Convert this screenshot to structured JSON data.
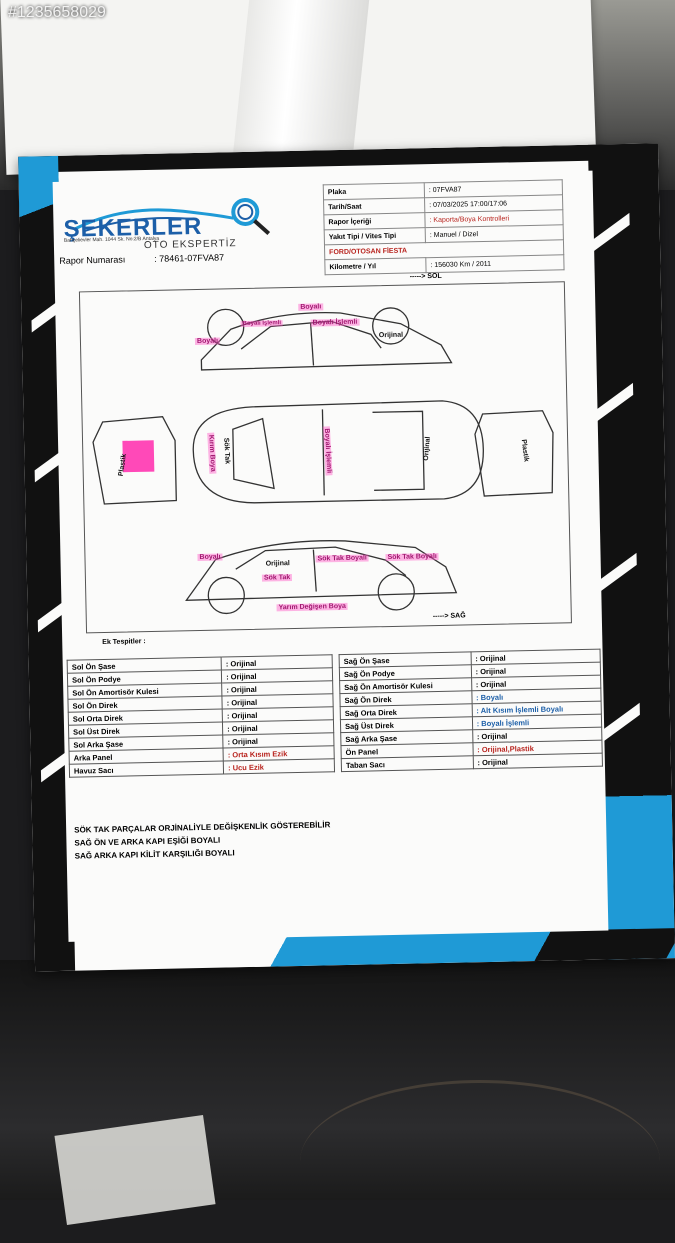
{
  "watermark_id": "#1235658029",
  "header": {
    "logo_text": "ŞEKERLER",
    "logo_sub": "OTO EKSPERTİZ",
    "address": "Bahçelievler Mah. 1044 Sk. No:2/B Antalya",
    "report_no_label": "Rapor Numarası",
    "report_no_value": ": 78461-07FVA87"
  },
  "info": {
    "rows": [
      {
        "label": "Plaka",
        "value": ": 07FVA87"
      },
      {
        "label": "Tarih/Saat",
        "value": ": 07/03/2025 17:00/17:06"
      },
      {
        "label": "Rapor İçeriği",
        "value": ": Kaporta/Boya Kontrolleri"
      },
      {
        "label": "Yakıt Tipi / Vites Tipi",
        "value": ": Manuel / Dizel"
      }
    ],
    "model": "FORD/OTOSAN FİESTA",
    "km_label": "Kilometre / Yıl",
    "km_value": ": 156030 Km / 2011"
  },
  "diagram": {
    "dir_left": "-----> SOL",
    "dir_right": "-----> SAĞ",
    "notes": {
      "top_boyali": "Boyalı",
      "top_boyali_islemli_small": "Boyalı İşlemli",
      "top_boyali_islemli": "Boyalı İşlemli",
      "top_boyali_left": "Boyalı",
      "top_orijinal": "Orijinal",
      "rear_plastik": "Plastik",
      "mid_kirim_boya": "Kırım Boya",
      "mid_sok_tak": "Sök Tak",
      "mid_boyali_islemli": "Boyalı İşlemli",
      "mid_orijinal": "Orijinal",
      "front_plastik": "Plastik",
      "bot_boyali": "Boyalı",
      "bot_orijinal": "Orijinal",
      "bot_sok_tak": "Sök Tak",
      "bot_sok_tak_boyali_1": "Sök Tak Boyalı",
      "bot_sok_tak_boyali_2": "Sök Tak Boyalı",
      "bot_yarim_degisen": "Yarım Değişen Boya"
    }
  },
  "ek_tespitler_label": "Ek Tespitler :",
  "left_parts": [
    {
      "name": "Sol Ön Şase",
      "value": ": Orijinal",
      "color": "black"
    },
    {
      "name": "Sol Ön Podye",
      "value": ": Orijinal",
      "color": "black"
    },
    {
      "name": "Sol Ön Amortisör Kulesi",
      "value": ": Orijinal",
      "color": "black"
    },
    {
      "name": "Sol Ön Direk",
      "value": ": Orijinal",
      "color": "black"
    },
    {
      "name": "Sol Orta Direk",
      "value": ": Orijinal",
      "color": "black"
    },
    {
      "name": "Sol Üst Direk",
      "value": ": Orijinal",
      "color": "black"
    },
    {
      "name": "Sol Arka Şase",
      "value": ": Orijinal",
      "color": "black"
    },
    {
      "name": "Arka Panel",
      "value": ": Orta Kısım Ezik",
      "color": "red"
    },
    {
      "name": "Havuz Sacı",
      "value": ": Ucu Ezik",
      "color": "red"
    }
  ],
  "right_parts": [
    {
      "name": "Sağ Ön Şase",
      "value": ": Orijinal",
      "color": "black"
    },
    {
      "name": "Sağ Ön Podye",
      "value": ": Orijinal",
      "color": "black"
    },
    {
      "name": "Sağ Ön Amortisör Kulesi",
      "value": ": Orijinal",
      "color": "black"
    },
    {
      "name": "Sağ Ön Direk",
      "value": ": Boyalı",
      "color": "blue"
    },
    {
      "name": "Sağ Orta Direk",
      "value": ": Alt Kısım İşlemli Boyalı",
      "color": "blue"
    },
    {
      "name": "Sağ Üst Direk",
      "value": ": Boyalı İşlemli",
      "color": "blue"
    },
    {
      "name": "Sağ Arka Şase",
      "value": ": Orijinal",
      "color": "black"
    },
    {
      "name": "Ön Panel",
      "value": ": Orijinal,Plastik",
      "color": "red"
    },
    {
      "name": "Taban Sacı",
      "value": ": Orijinal",
      "color": "black"
    }
  ],
  "remarks": [
    "SÖK TAK PARÇALAR ORJİNALİYLE DEĞİŞKENLİK GÖSTEREBİLİR",
    "SAĞ ÖN VE ARKA KAPI EŞİĞİ BOYALI",
    "SAĞ ARKA KAPI KİLİT KARŞILIĞI BOYALI"
  ]
}
